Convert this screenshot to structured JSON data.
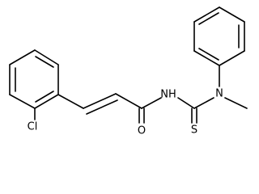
{
  "molecule": {
    "atom_labels": {
      "chlorine": "Cl",
      "amide_nitrogen": "NH",
      "carbonyl_oxygen": "O",
      "thione_sulfur": "S",
      "tertiary_nitrogen": "N"
    }
  }
}
